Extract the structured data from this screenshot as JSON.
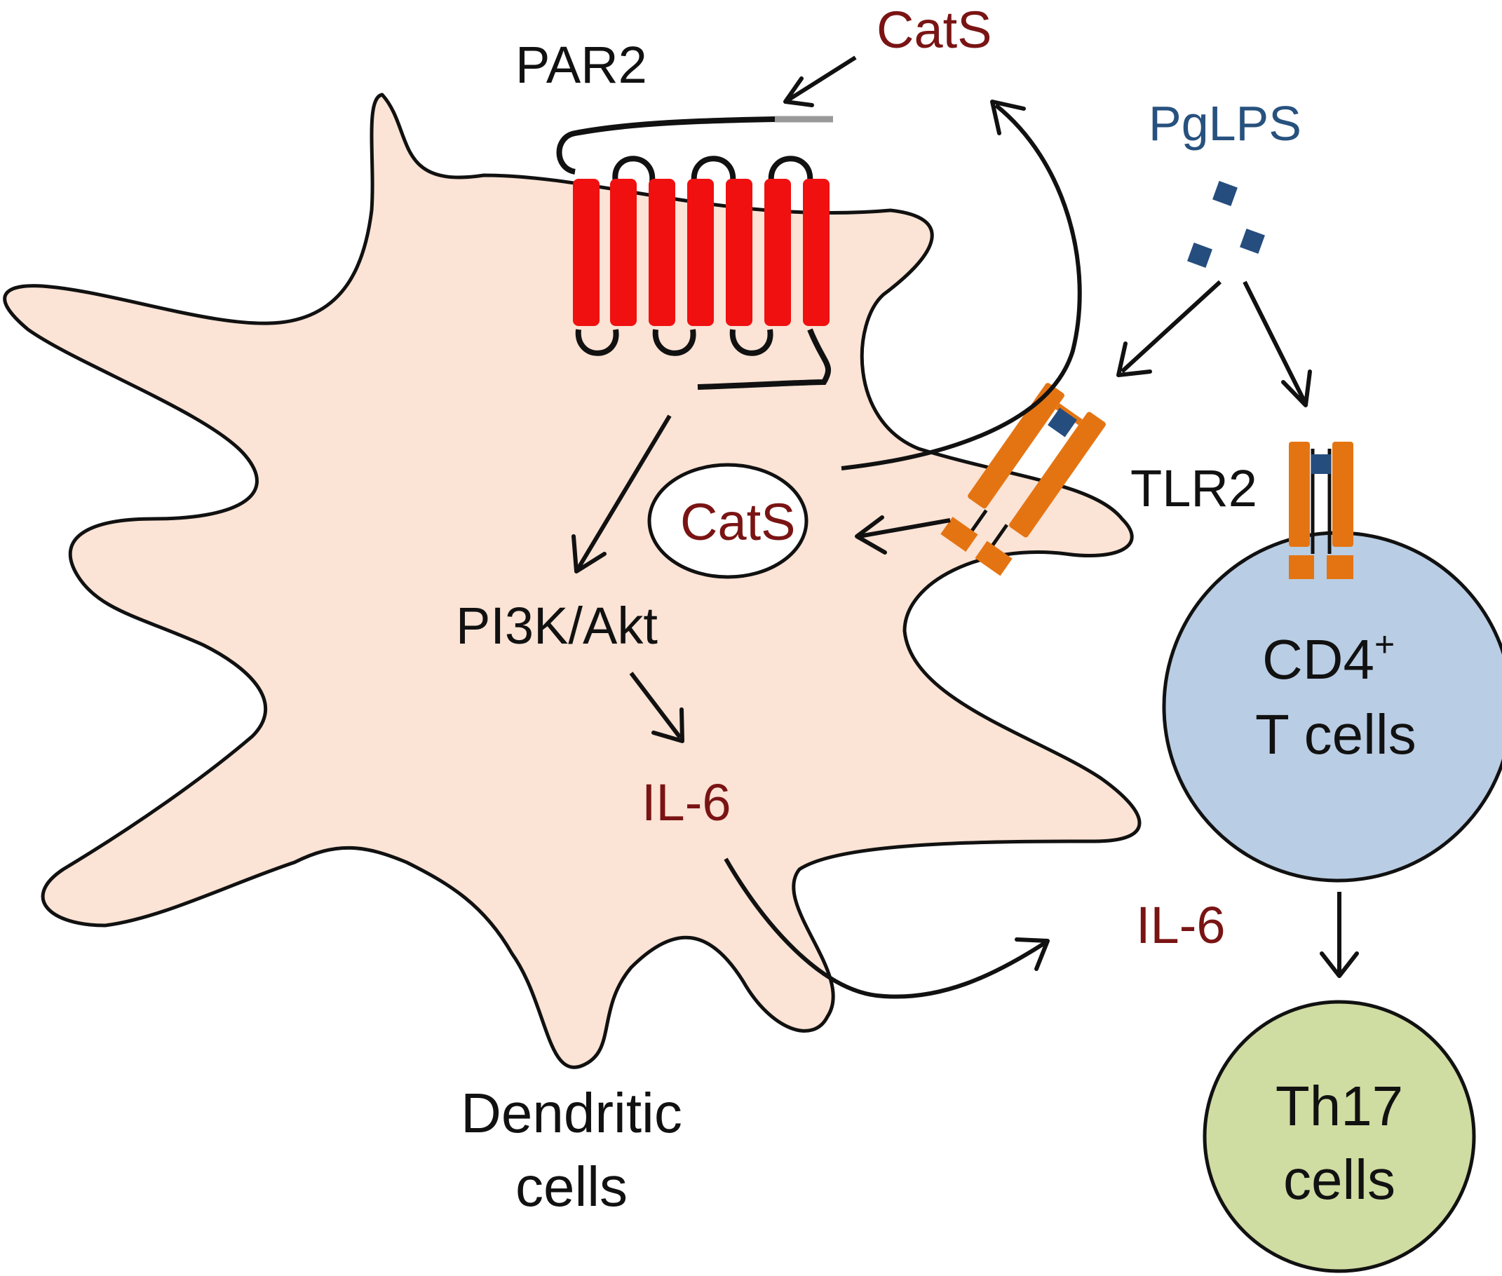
{
  "labels": {
    "par2": "PAR2",
    "cats_extracellular": "CatS",
    "pglps": "PgLPS",
    "tlr2": "TLR2",
    "cats_intracellular": "CatS",
    "pi3k_akt": "PI3K/Akt",
    "il6_intracellular": "IL-6",
    "il6_extracellular": "IL-6",
    "cd4_line1": "CD4",
    "cd4_superscript": "+",
    "cd4_line2": "T cells",
    "th17_line1": "Th17",
    "th17_line2": "cells",
    "dendritic_line1": "Dendritic",
    "dendritic_line2": "cells"
  },
  "colors": {
    "dendritic_cell_fill": "#fbe3d5",
    "cd4_cell_fill": "#b9cde4",
    "th17_cell_fill": "#cfdca2",
    "par2_receptor": "#f01010",
    "tlr2_receptor": "#e47412",
    "pglps_particle": "#254d7e",
    "cytokine_text": "#7a1414",
    "pglps_text": "#27517e"
  }
}
